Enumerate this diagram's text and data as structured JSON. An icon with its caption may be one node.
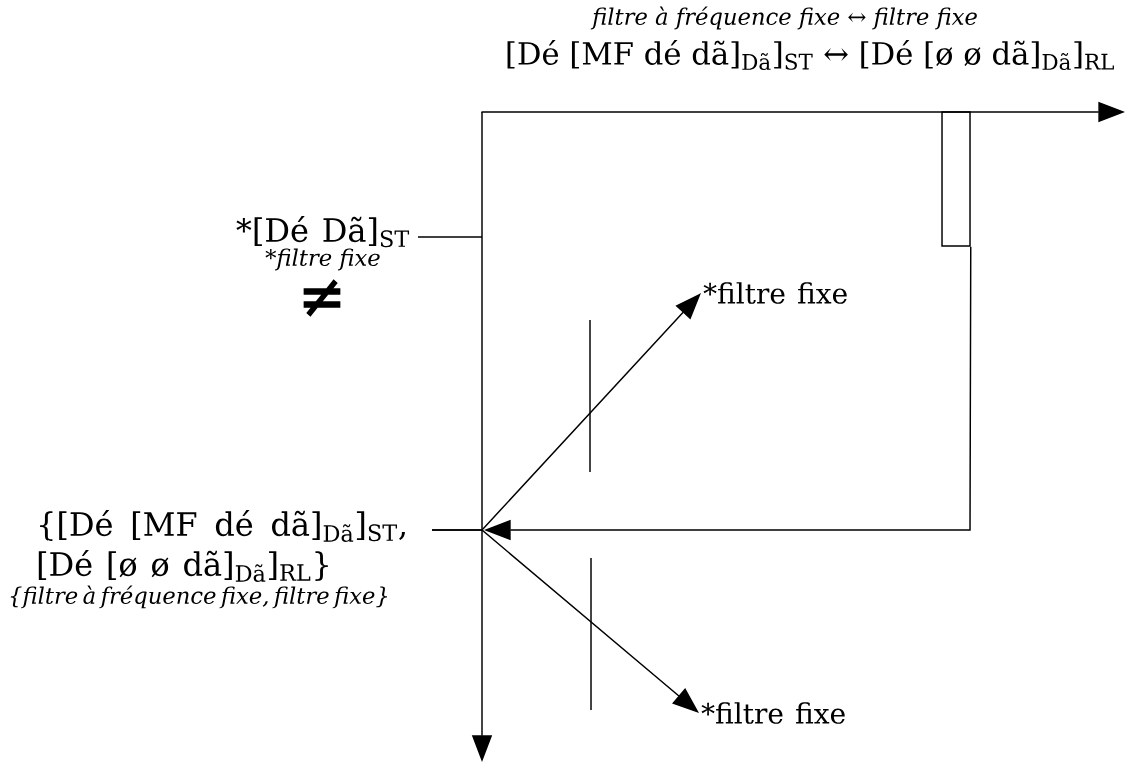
{
  "diagram": {
    "nodes": [
      {
        "text": [
          "*[Dé Dã]$_{ST}$",
          "*filtre fixe"
        ]
      },
      {
        "text": [
          "{[Dé [MF dé dã]$_{Dã}$]$_{ST}$, [Dé [ø ø dã]$_{Dã}$]$_{RL}$}",
          "{filtre à fréquence fixe, filtre fixe}"
        ]
      },
      {
        "text": [
          "*filtre fixe"
        ]
      },
      {
        "text": [
          "*filtre fixe"
        ]
      },
      {
        "text": [],
        "shape": "box"
      }
    ],
    "edges": [
      {
        "from": 0,
        "to": null,
        "arrow": "none"
      },
      {
        "from": 1,
        "to": 2,
        "arrow": "to"
      },
      {
        "from": 1,
        "to": 3,
        "arrow": "to"
      },
      {
        "from": 4,
        "to": null,
        "arrow": "to"
      }
    ],
    "labels": [
      "filtre à fréquence fixe ↔ filtre fixe",
      "[Dé [MF dé dã]$_{Dã}$]$_{ST}$ ↔ [Dé [ø ø dã]$_{Dã}$]$_{RL}$",
      "≠"
    ]
  }
}
